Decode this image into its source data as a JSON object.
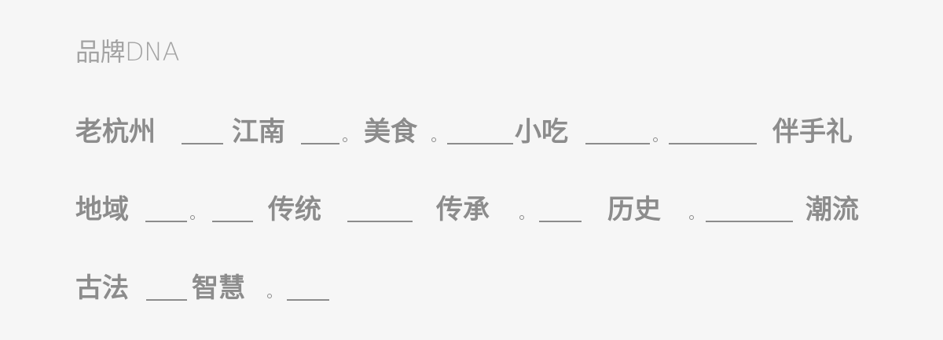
{
  "heading": "品牌DNA",
  "rows": [
    {
      "words": [
        "老杭州",
        "江南",
        "美食",
        "小吃",
        "伴手礼"
      ]
    },
    {
      "words": [
        "地域",
        "传统",
        "传承",
        "历史",
        "潮流"
      ]
    },
    {
      "words": [
        "古法",
        "智慧"
      ]
    }
  ],
  "colors": {
    "background": "#f6f6f6",
    "heading": "#a3a3a3",
    "text": "#8c8c8c"
  }
}
